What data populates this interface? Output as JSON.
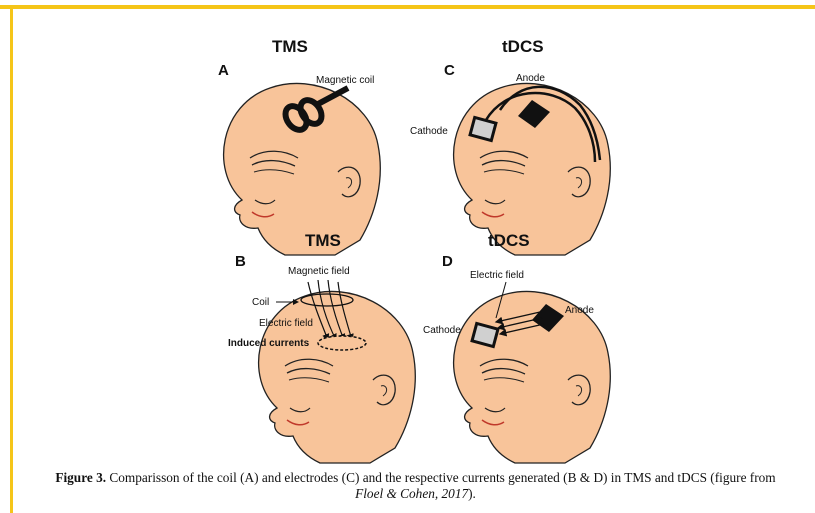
{
  "figure": {
    "colors": {
      "accent_border": "#f5c518",
      "skin": "#f8c49a"
    },
    "panels": {
      "a": {
        "letter": "A",
        "title": "TMS",
        "label_coil": "Magnetic coil"
      },
      "c": {
        "letter": "C",
        "title": "tDCS",
        "label_anode": "Anode",
        "label_cathode": "Cathode"
      },
      "b": {
        "letter": "B",
        "title": "TMS",
        "label_field": "Magnetic field",
        "label_coil": "Coil",
        "label_electric": "Electric field",
        "label_currents": "Induced currents"
      },
      "d": {
        "letter": "D",
        "title": "tDCS",
        "label_field": "Electric field",
        "label_anode": "Anode",
        "label_cathode": "Cathode"
      }
    }
  },
  "caption": {
    "label": "Figure 3.",
    "text": " Comparisson of the coil (A) and electrodes (C) and the respective currents generated (B & D) in TMS and tDCS (figure from ",
    "citation": "Floel & Cohen, 2017",
    "end": ")."
  }
}
